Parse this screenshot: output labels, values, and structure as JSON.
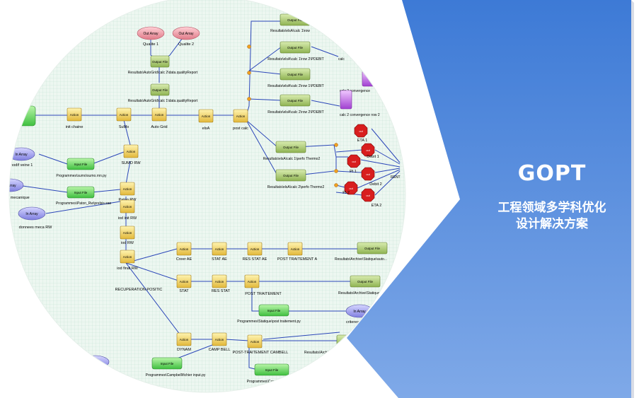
{
  "banner": {
    "title": "GOPT",
    "subtitle_line1": "工程领域多学科优化",
    "subtitle_line2": "设计解决方案",
    "color_top": "#3d7ad6",
    "color_bottom": "#7fa9e8"
  },
  "palette": {
    "action": "#f0cf5a",
    "output": "#a6c76a",
    "input": "#5fd35f",
    "array": "#9a9ae8",
    "array_red": "#e8909a",
    "sensor": "#d81e1e",
    "grid": "#c6e3d6",
    "background": "#edf7f1",
    "edge": "#2b46b8"
  },
  "nodes": {
    "out_array_1": "Out Array",
    "qualite_1": "Qualite 1",
    "out_array_2": "Out Array",
    "qualite_2": "Qualite 2",
    "output_file_report": "Output File",
    "path_report": "Resultats\\AutoGrid\\calc 2\\data.qualityReport",
    "output_file_report2": "Output File",
    "path_report2": "Resultats\\AutoGrid\\calc 1\\data.qualityReport",
    "action_init": "Action",
    "init_chaine": "init chaine",
    "action_sumo": "Action",
    "sumo": "SuMo",
    "action_autogrid": "Action",
    "autogrid": "Auto Grid",
    "action_elsa": "Action",
    "elsa": "elsA",
    "action_post": "Action",
    "post_calc": "post calc",
    "output_row": "Output File",
    "path_row": "Resultats\\elsA\\calc 1\\row",
    "output_pdebit1": "Output File",
    "path_pdebit1": "Resultats\\elsA\\calc 1\\row 2\\PDEBIT",
    "calc_short": "calc",
    "output_pdebit2": "Output File",
    "path_pdebit2": "Resultats\\elsA\\calc 2\\row 1\\PDEBIT",
    "calc2_row1": "calc 2 convergence",
    "output_pdebit3": "Output File",
    "path_pdebit3": "Resultats\\elsA\\calc 2\\row 2\\PDEBIT",
    "calc2_row2": "calc 2 convergence row 2",
    "in_array_left": "In Array",
    "modif_veine": "modif veine 1",
    "input_sumo": "Input File",
    "path_sumo": "Programmes\\sumo\\sumo.rnn.py",
    "action_sumo_rw": "Action",
    "sumo_rw": "SUMO RW",
    "in_array_left2": "In Array",
    "meca": "calls mecanique",
    "input_paton": "Input File",
    "path_paton": "Programmes\\Paton_Rw\\prelsis.sas",
    "action_paton": "Action",
    "paton_rw": "Paton RW",
    "in_array_meca": "In Array",
    "donnees_meca": "donnees meca RW",
    "action_iod1": "Action",
    "iod_rw": "iod init RW",
    "action_iod2": "Action",
    "iod2": "iod RW",
    "action_iod3": "Action",
    "iod3": "iod final RW",
    "action_ae": "Action",
    "creer_ae": "Creer AE",
    "action_stat_ae": "Action",
    "stat_ae": "STAT AE",
    "action_res_stat_ae": "Action",
    "res_stat_ae": "RES STAT AE",
    "action_post_a": "Action",
    "post_a": "POST TRAITEMENT A",
    "output_archive1": "Output File",
    "path_archive1": "Resultats\\Archive\\Statique\\auto...",
    "recup": "RECUPERATION POSITIC",
    "action_stat": "Action",
    "stat": "STAT",
    "action_res_stat": "Action",
    "res_stat": "RES STAT",
    "action_post_t": "Action",
    "post_t": "POST TRAITEMENT",
    "output_archive2": "Output File",
    "path_archive2": "Resultats\\Archive\\Statique\\",
    "input_post": "Input File",
    "path_post": "Programmes\\Statique\\post traitement.py",
    "in_array_crit": "In Array",
    "criteres": "criteres",
    "action_dyn": "Action",
    "dyn": "DYNAM",
    "action_campbell": "Action",
    "campbell": "CAMP BELL",
    "action_post_c": "Action",
    "post_c": "POST-TRAITEMENT CAMBELL",
    "path_archive3": "Resultats\\Archive",
    "input_campbell": "Input File",
    "path_campbell": "Programmes\\Campbell\\fichier input.py",
    "input_campbell2": "Input File",
    "path_campbell2": "Programmes\\Campbell\\",
    "output_thermo1": "Output File",
    "path_thermo1": "Resultats\\elsA\\calc 1\\perfo Thermo2",
    "output_thermo2": "Output File",
    "path_thermo2": "Resultats\\elsA\\calc 2\\perfo Thermo2",
    "s_eta1": "ETA 1",
    "s_debit1": "Debit 1",
    "s_pi1": "PI 1",
    "s_debit2": "Debit 2",
    "s_pi2": "PI 2",
    "s_eta2": "ETA 2",
    "s_label": "out",
    "rent_cut": "RENT"
  }
}
